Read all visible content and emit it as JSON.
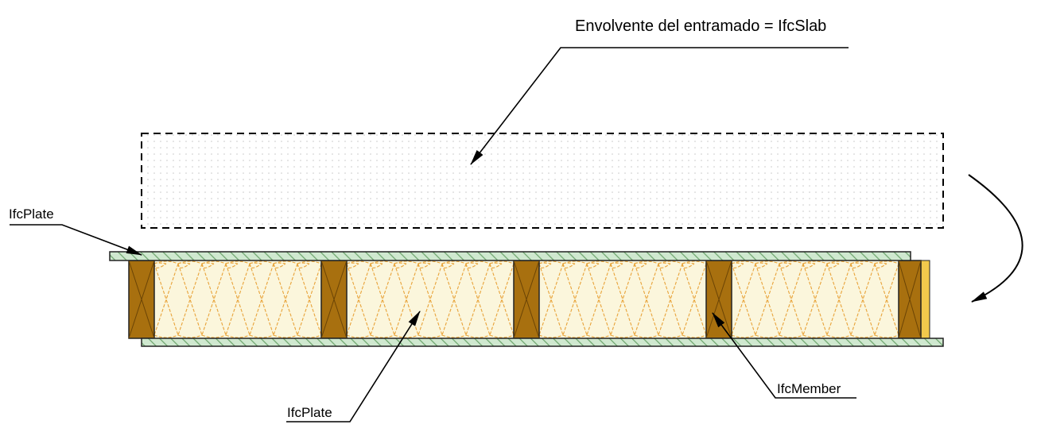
{
  "labels": {
    "envelope": "Envolvente del entramado = IfcSlab",
    "plate_top": "IfcPlate",
    "plate_insulation": "IfcPlate",
    "member": "IfcMember"
  },
  "colors": {
    "timber": "#a8700f",
    "timber_dark": "#6b4405",
    "insulation_fill": "#fbf6dc",
    "insulation_line": "#e8a33a",
    "board_fill": "#cfe8cf",
    "board_hatch": "#6fa66f",
    "outline": "#222222",
    "envelope_dots": "#c8c8c8"
  }
}
